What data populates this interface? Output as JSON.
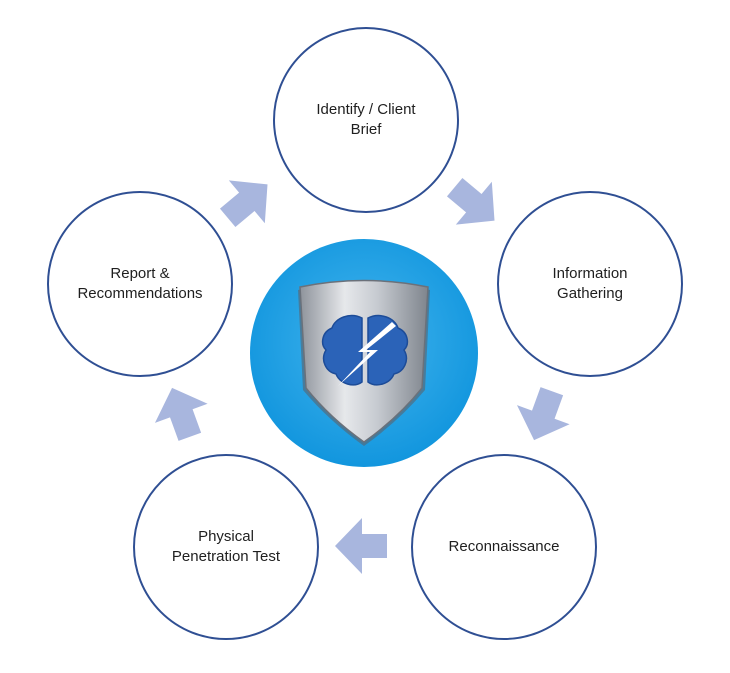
{
  "nodes": [
    {
      "id": "identify",
      "label": "Identify / Client\nBrief"
    },
    {
      "id": "info",
      "label": "Information\nGathering"
    },
    {
      "id": "recon",
      "label": "Reconnaissance"
    },
    {
      "id": "physical",
      "label": "Physical\nPenetration Test"
    },
    {
      "id": "report",
      "label": "Report &\nRecommendations"
    }
  ],
  "colors": {
    "circle_border": "#2f4f93",
    "arrow_fill": "#a8b6de",
    "center_circle": "#1f9fe3",
    "shield_silver": "#b7bcc4",
    "brain_blue": "#2b63b8"
  },
  "center_icon": "shield-brain-lightning-icon"
}
